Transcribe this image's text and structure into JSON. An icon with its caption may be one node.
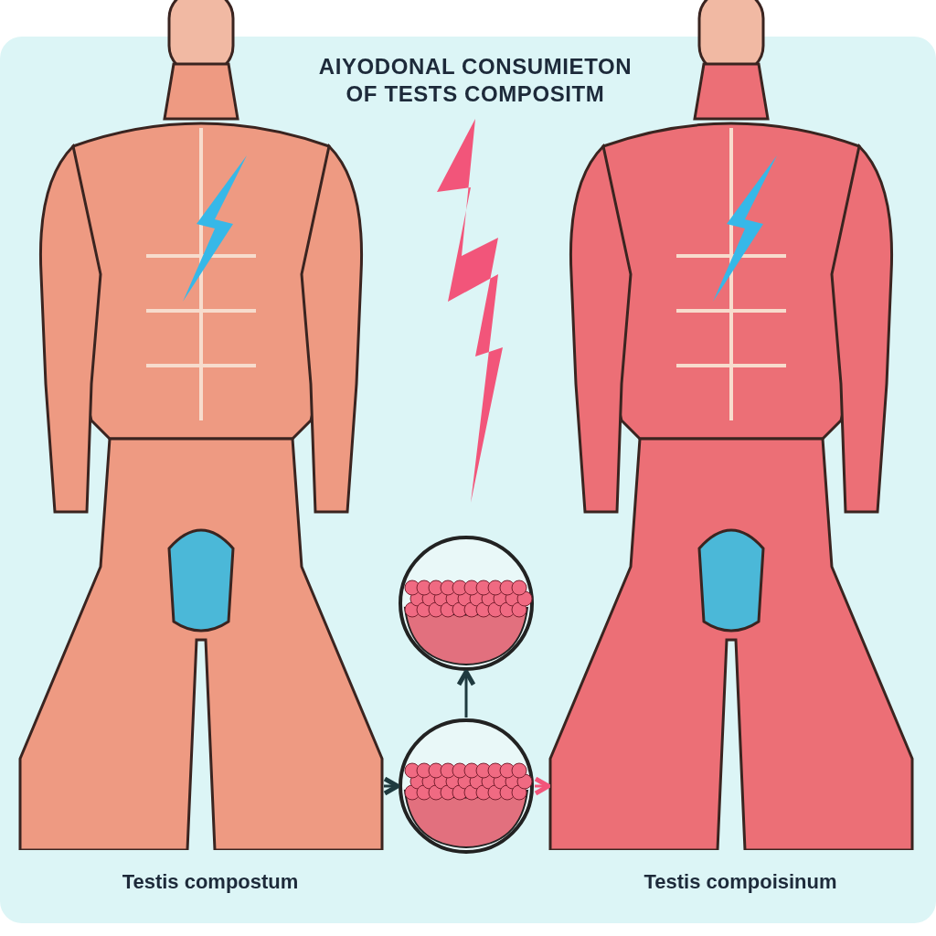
{
  "diagram": {
    "title": "AIYODONAL CONSUMIETON OF TESTS COMPOSITM",
    "nodes": [
      {
        "text": [],
        "shape": "picture",
        "beside": [
          "Testis compostum"
        ]
      },
      {
        "text": [],
        "shape": "picture"
      },
      {
        "text": [],
        "shape": "picture"
      },
      {
        "text": [],
        "shape": "picture",
        "beside": [
          "Testis compoisinum"
        ]
      }
    ],
    "edges": [
      {
        "from": 0,
        "to": 2,
        "arrow": "to"
      },
      {
        "from": 2,
        "to": 1,
        "arrow": "to"
      },
      {
        "from": 2,
        "to": 3,
        "arrow": "to",
        "color": "#f2557a"
      }
    ]
  }
}
